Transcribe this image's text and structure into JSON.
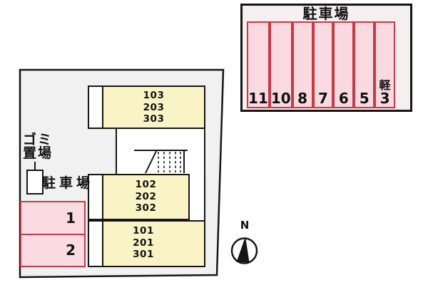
{
  "colors": {
    "plot_fill": "#f1f1f1",
    "outline": "#161616",
    "unit_fill": "#faf3c6",
    "balcony_fill": "#ffffff",
    "stall_fill": "#fad9e0",
    "stall_border": "#c43a47",
    "parking_box_fill": "#f5eff0"
  },
  "building": {
    "units": [
      {
        "lines": [
          "103",
          "203",
          "303"
        ]
      },
      {
        "lines": [
          "102",
          "202",
          "302"
        ]
      },
      {
        "lines": [
          "101",
          "201",
          "301"
        ]
      }
    ]
  },
  "site": {
    "garbage_label_line1": "ゴミ",
    "garbage_label_line2": "置場",
    "parking_label": "駐車場",
    "stalls": [
      {
        "number": "1"
      },
      {
        "number": "2"
      }
    ]
  },
  "parking_lot": {
    "title": "駐車場",
    "stalls": [
      {
        "number": "11"
      },
      {
        "number": "10"
      },
      {
        "number": "8"
      },
      {
        "number": "7"
      },
      {
        "number": "6"
      },
      {
        "number": "5"
      },
      {
        "number": "3",
        "size_label": "軽"
      }
    ]
  },
  "compass": {
    "north": "N"
  }
}
